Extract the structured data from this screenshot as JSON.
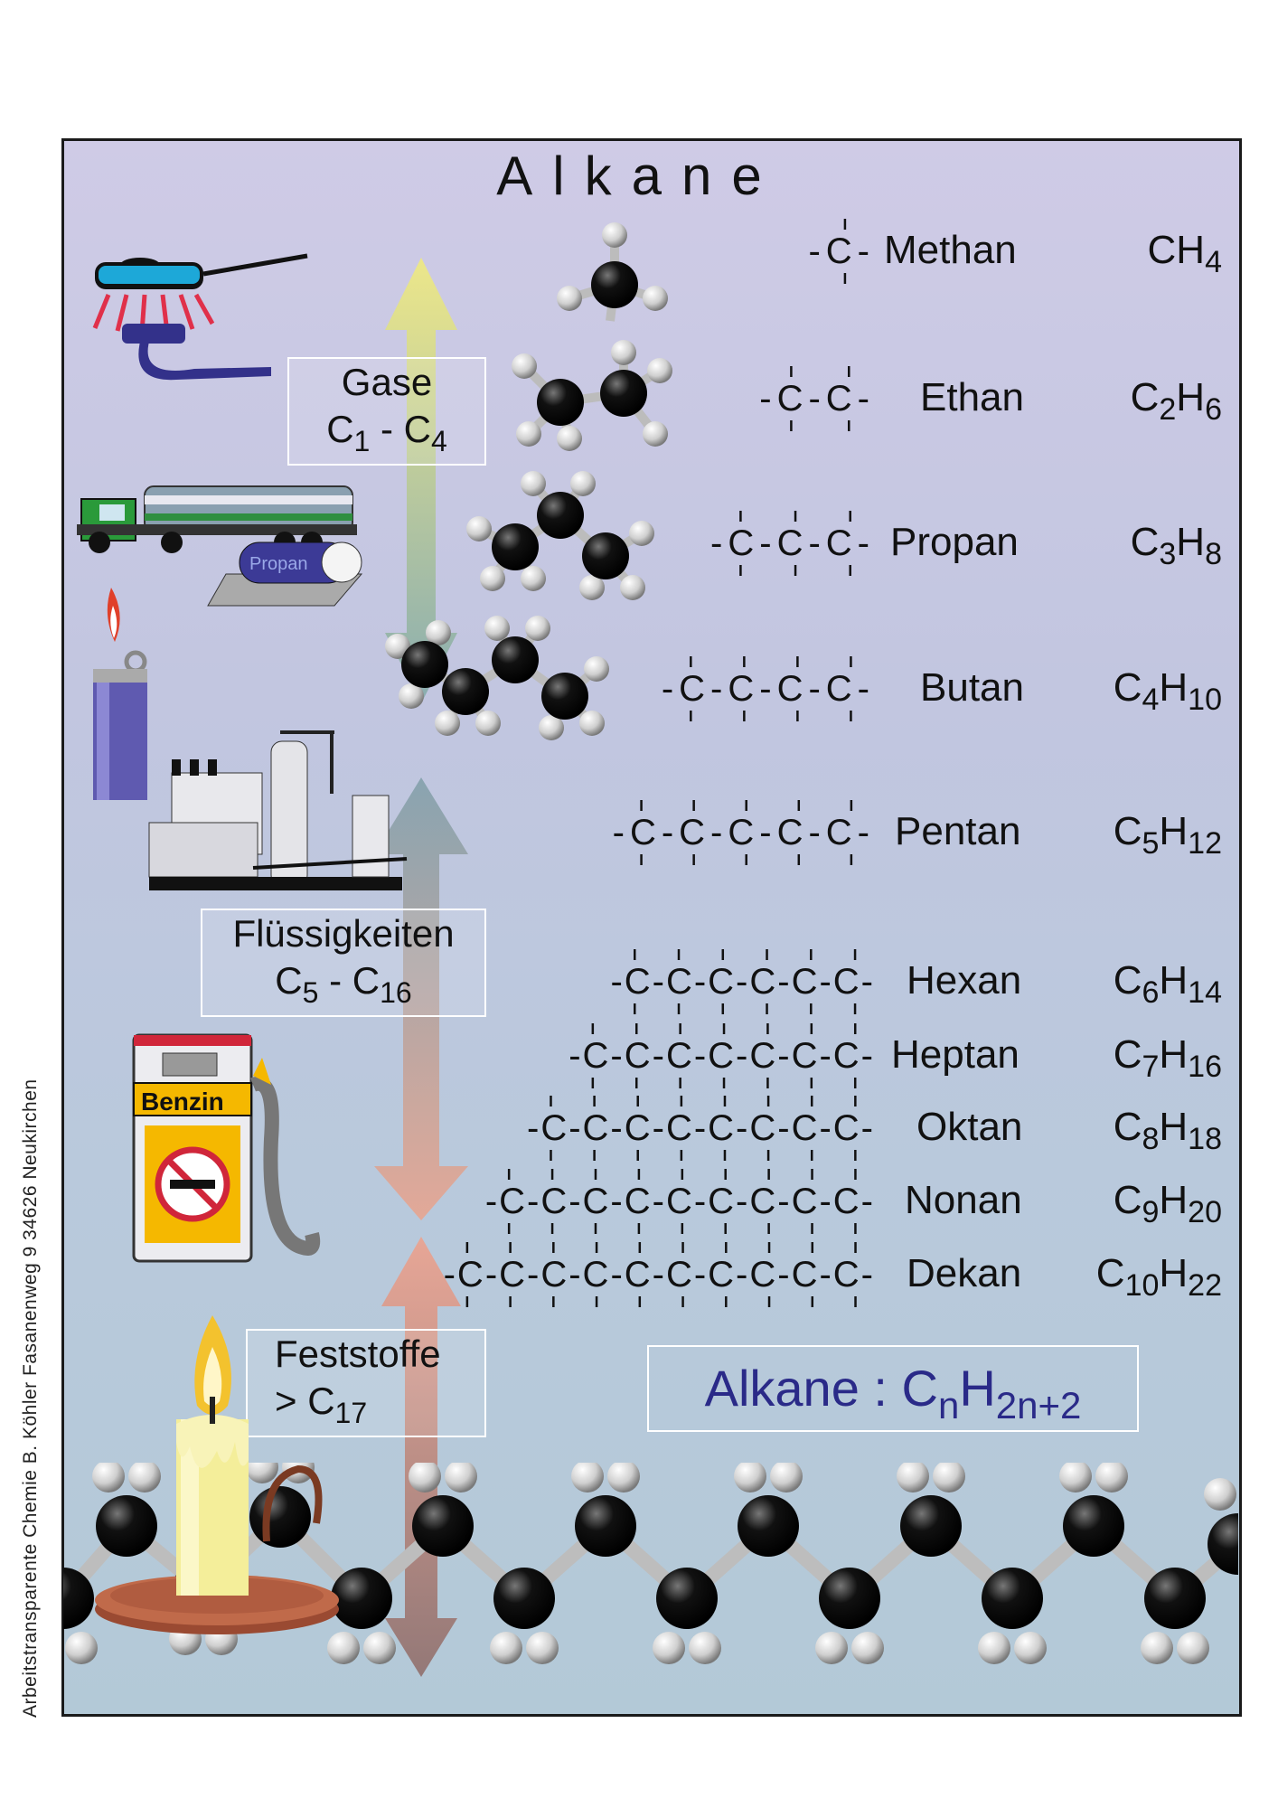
{
  "title": "Alkane",
  "alkanes": [
    {
      "structure": "-C-",
      "name": "Methan",
      "formula": {
        "c": "CH",
        "cn": "",
        "h": "4"
      }
    },
    {
      "structure": "-C-C-",
      "name": "Ethan",
      "formula": {
        "c": "C",
        "cn": "2",
        "h": "6"
      }
    },
    {
      "structure": "-C-C-C-",
      "name": "Propan",
      "formula": {
        "c": "C",
        "cn": "3",
        "h": "8"
      }
    },
    {
      "structure": "-C-C-C-C-",
      "name": "Butan",
      "formula": {
        "c": "C",
        "cn": "4",
        "h": "10"
      }
    },
    {
      "structure": "-C-C-C-C-C-",
      "name": "Pentan",
      "formula": {
        "c": "C",
        "cn": "5",
        "h": "12"
      }
    },
    {
      "structure": "-C-C-C-C-C-C-",
      "name": "Hexan",
      "formula": {
        "c": "C",
        "cn": "6",
        "h": "14"
      }
    },
    {
      "structure": "-C-C-C-C-C-C-C-",
      "name": "Heptan",
      "formula": {
        "c": "C",
        "cn": "7",
        "h": "16"
      }
    },
    {
      "structure": "-C-C-C-C-C-C-C-C-",
      "name": "Oktan",
      "formula": {
        "c": "C",
        "cn": "8",
        "h": "18"
      }
    },
    {
      "structure": "-C-C-C-C-C-C-C-C-C-",
      "name": "Nonan",
      "formula": {
        "c": "C",
        "cn": "9",
        "h": "20"
      }
    },
    {
      "structure": "-C-C-C-C-C-C-C-C-C-C-",
      "name": "Dekan",
      "formula": {
        "c": "C",
        "cn": "10",
        "h": "22"
      }
    }
  ],
  "phases": {
    "gas": {
      "label": "Gase",
      "from": "1",
      "to": "4",
      "prefix": "C",
      "sep": " - C"
    },
    "liquid": {
      "label": "Flüssigkeiten",
      "from": "5",
      "to": "16",
      "prefix": "C",
      "sep": " - C"
    },
    "solid": {
      "label": "Feststoffe",
      "range": "> C",
      "n": "17"
    }
  },
  "general": {
    "label": "Alkane :  C",
    "sub_n": "n",
    "h": "H",
    "sub_h": "2n+2"
  },
  "truck_label": "Propan",
  "pump_label": "Benzin",
  "credit": "Arbeitstransparente Chemie   B. Köhler  Fasanenweg 9   34626  Neukirchen",
  "colors": {
    "carbon": "#0a0a0a",
    "hydrogen": "#e6e6e6",
    "formula_accent": "#2a2a88"
  }
}
